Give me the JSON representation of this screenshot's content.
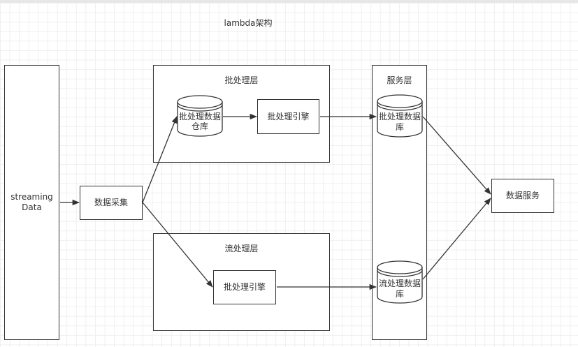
{
  "diagram": {
    "title": "lambda架构",
    "source": {
      "label_line1": "streaming",
      "label_line2": "Data"
    },
    "collector": {
      "label": "数据采集"
    },
    "batch_layer": {
      "label": "批处理层",
      "warehouse": {
        "line1": "批处理数据",
        "line2": "仓库"
      },
      "engine": {
        "label": "批处理引擎"
      }
    },
    "stream_layer": {
      "label": "流处理层",
      "engine": {
        "label": "批处理引擎"
      }
    },
    "serving_layer": {
      "label": "服务层",
      "batch_db": {
        "line1": "批处理数据",
        "line2": "库"
      },
      "stream_db": {
        "line1": "流处理数据",
        "line2": "库"
      }
    },
    "data_service": {
      "label": "数据服务"
    },
    "colors": {
      "stroke": "#333333",
      "grid": "#efefef",
      "background": "#ffffff"
    }
  }
}
